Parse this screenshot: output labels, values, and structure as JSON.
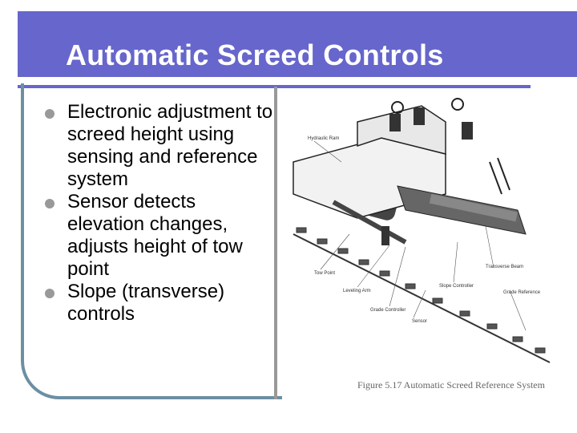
{
  "slide": {
    "title": "Automatic Screed Controls",
    "bullets": [
      "Electronic adjustment to screed height using sensing and reference system",
      "Sensor detects elevation changes, adjusts height of tow point",
      "Slope (transverse) controls"
    ]
  },
  "figure": {
    "caption": "Figure 5.17 Automatic Screed Reference System",
    "labels": {
      "hydraulic_ram": "Hydraulic Ram",
      "tow_point": "Tow Point",
      "leveling_arm": "Leveling Arm",
      "grade_controller": "Grade Controller",
      "sensor": "Sensor",
      "slope_controller": "Slope Controller",
      "transverse_beam": "Transverse Beam",
      "grade_reference": "Grade Reference"
    }
  }
}
